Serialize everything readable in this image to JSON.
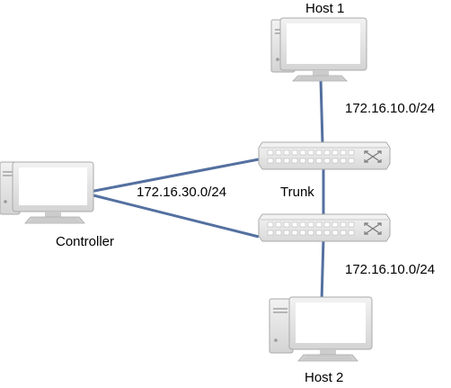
{
  "nodes": {
    "host1": "Host 1",
    "host2": "Host 2",
    "controller": "Controller"
  },
  "links": {
    "host1_subnet": "172.16.10.0/24",
    "host2_subnet": "172.16.10.0/24",
    "controller_subnet": "172.16.30.0/24",
    "trunk": "Trunk"
  },
  "colors": {
    "link": "#5470a0",
    "device_fill": "#e6e6e6",
    "device_stroke": "#999999",
    "screen": "#ffffff"
  }
}
